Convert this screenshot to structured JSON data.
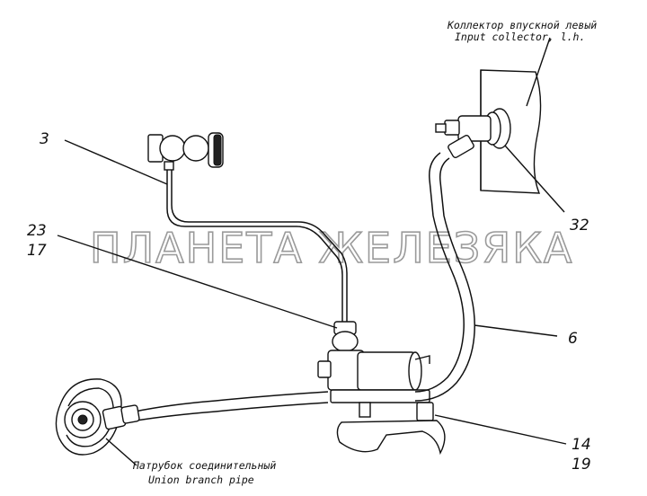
{
  "labels": {
    "top_right_ru": "Коллектор впускной левый",
    "top_right_en": "Input collector, l.h.",
    "bottom_ru": "Патрубок соединительный",
    "bottom_en": "Union branch pipe"
  },
  "callouts": {
    "c3": "3",
    "c23": "23",
    "c17": "17",
    "c32": "32",
    "c6": "6",
    "c14": "14",
    "c19": "19"
  },
  "watermark": "ПЛАНЕТА ЖЕЛЕЗЯКА"
}
